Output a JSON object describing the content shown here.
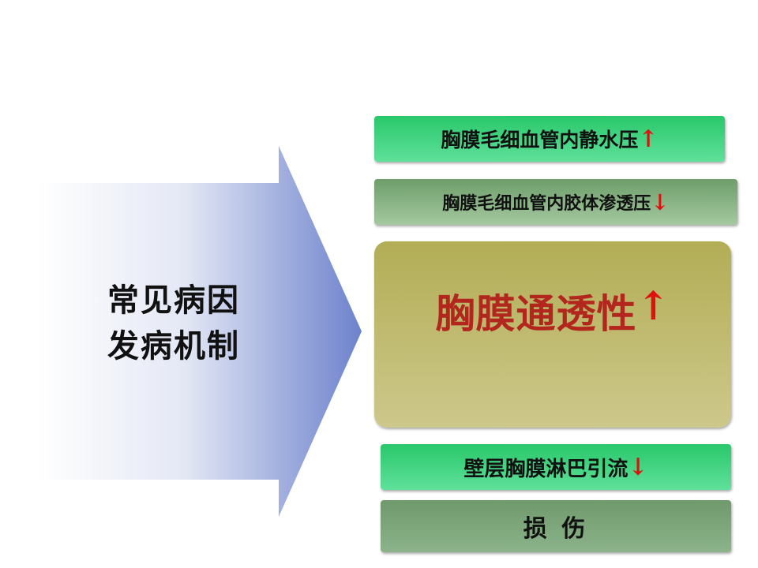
{
  "arrow": {
    "line1": "常见病因",
    "line2": "发病机制"
  },
  "boxes": [
    {
      "label": "胸膜毛细血管内静水压",
      "arrow": "↑"
    },
    {
      "label": "胸膜毛细血管内胶体渗透压",
      "arrow": "↓"
    },
    {
      "label": "胸膜通透性",
      "arrow": "↑"
    },
    {
      "label": "壁层胸膜淋巴引流",
      "arrow": "↓"
    },
    {
      "label": "损 伤",
      "arrow": ""
    }
  ],
  "colors": {
    "accent_red": "#e01010",
    "title_red": "#b3261e"
  }
}
